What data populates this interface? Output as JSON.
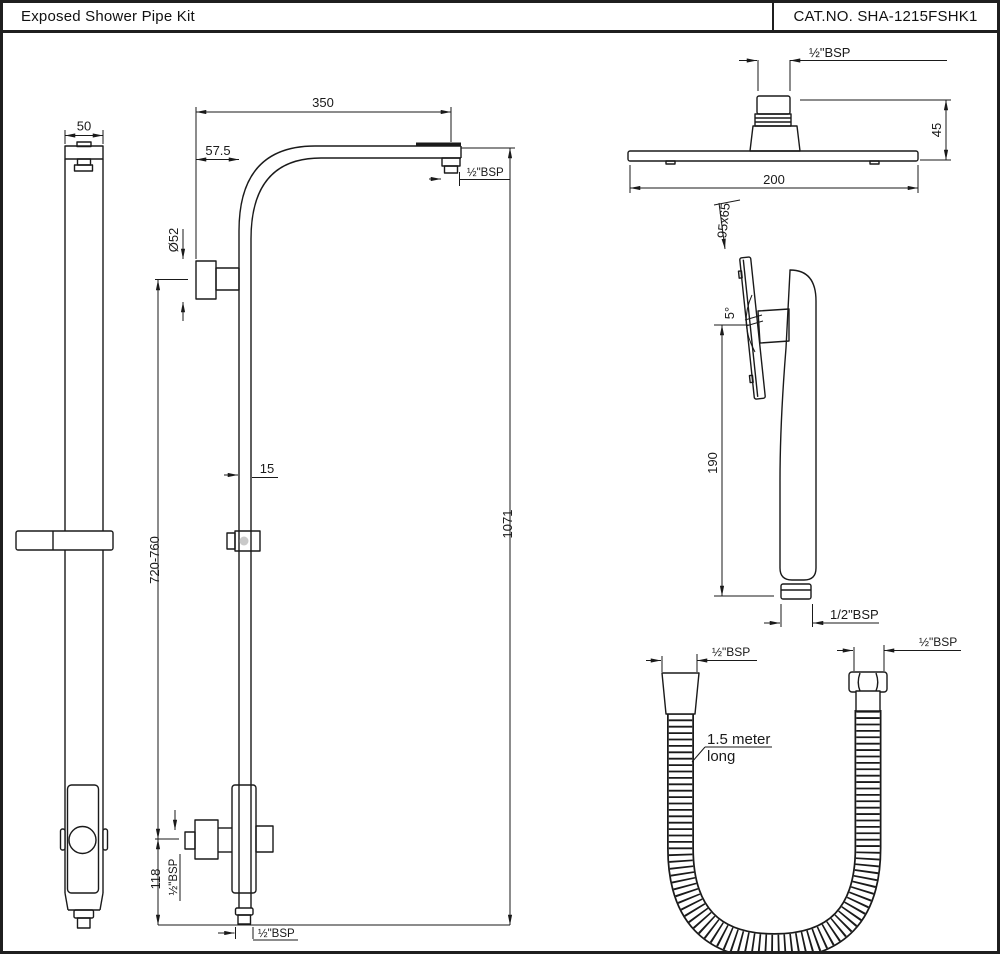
{
  "title_block": {
    "product_name": "Exposed Shower Pipe Kit",
    "catalog_number": "CAT.NO. SHA-1215FSHK1"
  },
  "colors": {
    "line": "#1a1a1a",
    "background": "#ffffff",
    "slider_dot": "#c9c9c9"
  },
  "labels": {
    "side_view": {
      "rail_width": "50"
    },
    "front_view": {
      "arm_length": "350",
      "arm_offset": "57.5",
      "flange_diameter": "Ø52",
      "rail_thickness": "15",
      "slider_height_range": "720-760",
      "overall_height": "1071",
      "diverter_to_outlet": "118",
      "arm_outlet_thread": "½\"BSP",
      "diverter_inlet_thread": "½\"BSP",
      "bottom_outlet_thread": "½\"BSP"
    },
    "overhead_shower": {
      "inlet_thread": "½\"BSP",
      "height": "45",
      "width": "200"
    },
    "hand_shower": {
      "face_size": "95x65",
      "tilt_angle": "5°",
      "handle_length": "190",
      "inlet_thread": "1/2\"BSP"
    },
    "hose": {
      "left_end_thread": "½\"BSP",
      "right_end_thread": "½\"BSP",
      "length_note_line1": "1.5 meter",
      "length_note_line2": "long"
    }
  }
}
